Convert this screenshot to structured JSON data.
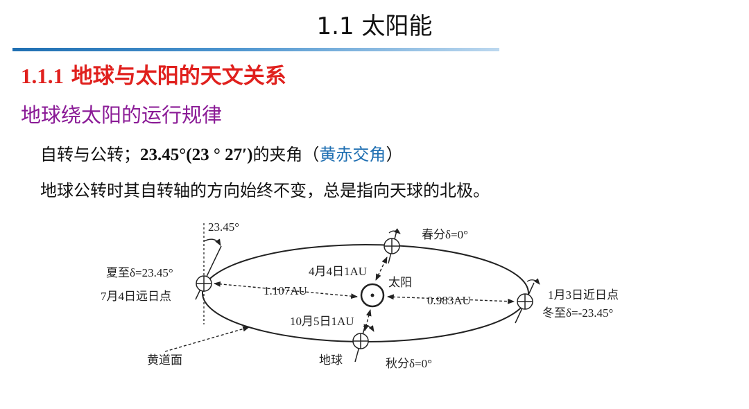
{
  "slide": {
    "title": "1.1  太阳能",
    "section_number": "1.1.1",
    "section_title": "地球与太阳的天文关系",
    "subheading": "地球绕太阳的运行规律",
    "line1": {
      "prefix": "自转与公转；",
      "angle": "23.45°(23 ° 27′)",
      "middle": "的夹角（",
      "term": "黄赤交角",
      "suffix": "）"
    },
    "line2": "地球公转时其自转轴的方向始终不变，总是指向天球的北极。"
  },
  "diagram": {
    "tilt_label": "23.45°",
    "summer_label": "夏至δ=23.45°",
    "summer_date": "7月4日远日点",
    "spring_label": "春分δ=0°",
    "spring_date": "4月4日1AU",
    "sun_label": "太阳",
    "far_distance": "1.107AU",
    "near_distance": "0.983AU",
    "winter_date": "1月3日近日点",
    "winter_label": "冬至δ=-23.45°",
    "autumn_date": "10月5日1AU",
    "earth_label": "地球",
    "autumn_label": "秋分δ=0°",
    "ecliptic_label": "黄道面"
  }
}
